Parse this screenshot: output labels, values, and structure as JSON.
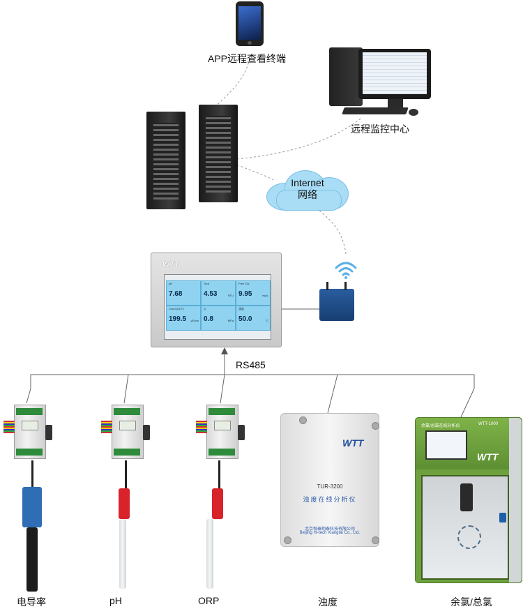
{
  "labels": {
    "app_terminal": "APP远程查看终端",
    "remote_center": "远程监控中心",
    "internet_en": "Internet",
    "internet_cn": "网络",
    "rs485": "RS485"
  },
  "hmi": {
    "logo": "WTT",
    "readings": [
      {
        "name": "pH",
        "value": "7.68",
        "unit": ""
      },
      {
        "name": "Turb",
        "value": "4.53",
        "unit": "NTU"
      },
      {
        "name": "Free Chl.",
        "value": "9.95",
        "unit": "mg/L"
      },
      {
        "name": "Cond.(DDT)",
        "value": "199.5",
        "unit": "μS/cm"
      },
      {
        "name": "Q",
        "value": "0.8",
        "unit": "MPa"
      },
      {
        "name": "温度",
        "value": "50.0",
        "unit": "°C"
      }
    ]
  },
  "devices": {
    "turbidity_box": {
      "logo": "WTT",
      "model": "TUR-3200",
      "name": "浊度在线分析仪",
      "company_cn": "北京恒泰翔泰科技有限公司",
      "company_en": "Beijing Hi-tech Xiangtai Co., Ltd."
    },
    "chlorine_analyzer": {
      "title_cn": "余氯/总氯在线分析仪",
      "model": "WTT-1000",
      "logo": "WTT"
    }
  },
  "sensors": [
    {
      "label": "电导率"
    },
    {
      "label": "pH"
    },
    {
      "label": "ORP"
    },
    {
      "label": "浊度"
    },
    {
      "label": "余氯/总氯"
    }
  ],
  "colors": {
    "cloud": "#a9dcf5",
    "router": "#1f4d8a",
    "wtt_green": "#6ea13d",
    "hmi_cell": "#8fd3f0",
    "probe_blue": "#2f6db5",
    "probe_red": "#d8232a"
  }
}
